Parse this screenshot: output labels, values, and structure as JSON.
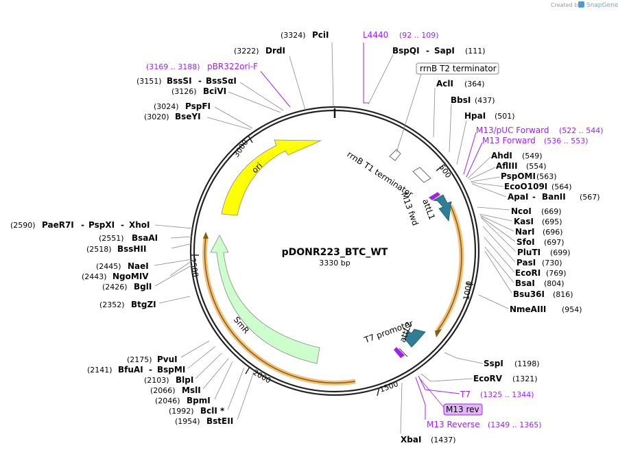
{
  "credit": {
    "created_by": "Created by",
    "brand": "SnapGene"
  },
  "plasmid": {
    "name": "pDONR223_BTC_WT",
    "length_label": "3330 bp"
  },
  "ticks": [
    "500",
    "1000",
    "1500",
    "2000",
    "2500",
    "3000"
  ],
  "features": {
    "ori": "ori",
    "smr": "SmR",
    "rrnb_t1": "rrnB T1 terminator",
    "m13_fwd": "M13 fwd",
    "attl1": "attL1",
    "t7_promoter": "T7 promoter",
    "attl2": "attL2"
  },
  "boxed_labels": {
    "rrnb_t2": "rrnB T2 terminator",
    "m13_rev": "M13 rev"
  },
  "primers": {
    "l4440": {
      "name": "L4440",
      "pos": "(92 .. 109)"
    },
    "pbr322": {
      "name": "pBR322ori-F",
      "pos": "(3169 .. 3188)"
    },
    "m13puc": {
      "name": "M13/pUC Forward",
      "pos": "(522 .. 544)"
    },
    "m13fwd": {
      "name": "M13 Forward",
      "pos": "(536 .. 553)"
    },
    "t7": {
      "name": "T7",
      "pos": "(1325 .. 1344)"
    },
    "m13rev": {
      "name": "M13 Reverse",
      "pos": "(1349 .. 1365)"
    }
  },
  "sites": {
    "pcii": {
      "name": "PciI",
      "pos": "(3324)"
    },
    "drdi": {
      "name": "DrdI",
      "pos": "(3222)"
    },
    "bsssi": {
      "name": "BssSI",
      "sep": "-",
      "name2": "BssSαI",
      "pos": "(3151)"
    },
    "bcivi": {
      "name": "BciVI",
      "pos": "(3126)"
    },
    "pspfi": {
      "name": "PspFI",
      "pos": "(3024)"
    },
    "bseyi": {
      "name": "BseYI",
      "pos": "(3020)"
    },
    "paer7i": {
      "name": "PaeR7I",
      "sep": "-",
      "name2": "PspXI",
      "sep2": "-",
      "name3": "XhoI",
      "pos": "(2590)"
    },
    "bsaai": {
      "name": "BsaAI",
      "pos": "(2551)"
    },
    "bsshii": {
      "name": "BssHII",
      "pos": "(2518)"
    },
    "naei": {
      "name": "NaeI",
      "pos": "(2445)"
    },
    "ngomiv": {
      "name": "NgoMIV",
      "pos": "(2443)"
    },
    "bgli": {
      "name": "BglI",
      "pos": "(2426)"
    },
    "btgzi": {
      "name": "BtgZI",
      "pos": "(2352)"
    },
    "pvui": {
      "name": "PvuI",
      "pos": "(2175)"
    },
    "bfuai": {
      "name": "BfuAI",
      "sep": "-",
      "name2": "BspMI",
      "pos": "(2141)"
    },
    "blpi": {
      "name": "BlpI",
      "pos": "(2103)"
    },
    "msli": {
      "name": "MslI",
      "pos": "(2066)"
    },
    "bpmi": {
      "name": "BpmI",
      "pos": "(2046)"
    },
    "bcli": {
      "name": "BclI *",
      "pos": "(1992)"
    },
    "bsteii": {
      "name": "BstEII",
      "pos": "(1954)"
    },
    "bspqi": {
      "name": "BspQI",
      "sep": "-",
      "name2": "SapI",
      "pos": "(111)"
    },
    "acli": {
      "name": "AclI",
      "pos": "(364)"
    },
    "bbsi": {
      "name": "BbsI",
      "pos": "(437)"
    },
    "hpai": {
      "name": "HpaI",
      "pos": "(501)"
    },
    "ahdi": {
      "name": "AhdI",
      "pos": "(549)"
    },
    "aflii": {
      "name": "AflIII",
      "pos": "(554)"
    },
    "pspomi": {
      "name": "PspOMI",
      "pos": "(563)"
    },
    "ecoo109i": {
      "name": "EcoO109I",
      "pos": "(564)"
    },
    "apai": {
      "name": "ApaI",
      "sep": "-",
      "name2": "BanII",
      "pos": "(567)"
    },
    "ncoi": {
      "name": "NcoI",
      "pos": "(669)"
    },
    "kasi": {
      "name": "KasI",
      "pos": "(695)"
    },
    "nari": {
      "name": "NarI",
      "pos": "(696)"
    },
    "sfoi": {
      "name": "SfoI",
      "pos": "(697)"
    },
    "pluti": {
      "name": "PluTI",
      "pos": "(699)"
    },
    "pasi": {
      "name": "PasI",
      "pos": "(730)"
    },
    "ecori": {
      "name": "EcoRI",
      "pos": "(769)"
    },
    "bsai": {
      "name": "BsaI",
      "pos": "(804)"
    },
    "bsu36i": {
      "name": "Bsu36I",
      "pos": "(816)"
    },
    "nmeaiii": {
      "name": "NmeAIII",
      "pos": "(954)"
    },
    "sspi": {
      "name": "SspI",
      "pos": "(1198)"
    },
    "ecorv": {
      "name": "EcoRV",
      "pos": "(1321)"
    },
    "xbai": {
      "name": "XbaI",
      "pos": "(1437)"
    }
  }
}
